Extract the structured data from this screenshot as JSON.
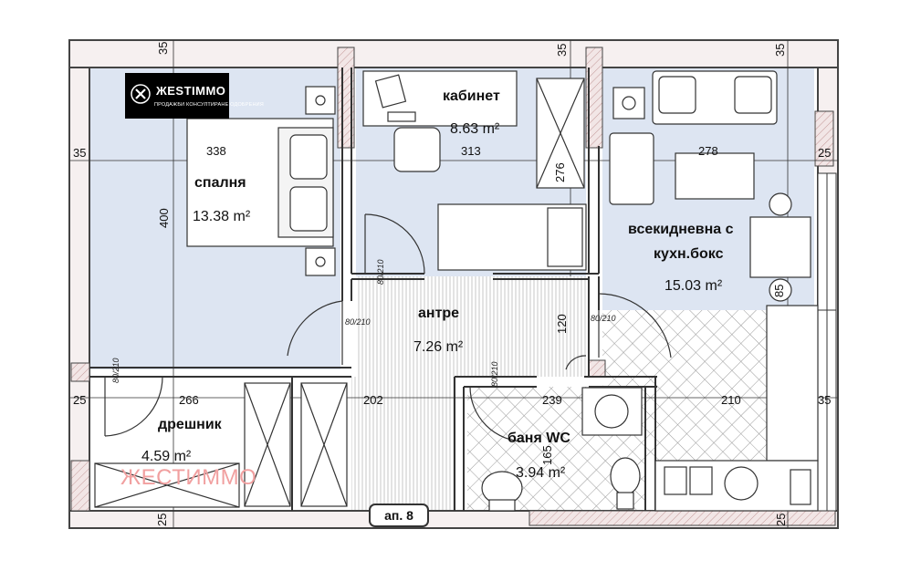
{
  "colors": {
    "wall": "#555555",
    "wall_fill": "#efe6e6",
    "room_fill": "#dde5f2",
    "line": "#2b2b2b",
    "tile": "#999999",
    "watermark": "#f1a0a0"
  },
  "logo": {
    "brand": "ЖESTIMMO",
    "tagline": "ПРОДАЖБИ КОНСУЛТИРАНЕ ОДОБРЕНИЯ",
    "icon": "tools-icon"
  },
  "watermark": "ЖЕСТИММО",
  "rooms": [
    {
      "id": "bedroom",
      "name": "спалня",
      "area": "13.38 m²"
    },
    {
      "id": "office",
      "name": "кабинет",
      "area": "8.63 m²"
    },
    {
      "id": "living1",
      "name": "всекидневна с",
      "name2": "кухн.бокс",
      "area": "15.03 m²"
    },
    {
      "id": "hall",
      "name": "антре",
      "area": "7.26 m²"
    },
    {
      "id": "closet",
      "name": "дрешник",
      "area": "4.59 m²"
    },
    {
      "id": "bath",
      "name": "баня WC",
      "area": "3.94 m²"
    }
  ],
  "dimensions": {
    "top_bed": "35",
    "top_mid": "35",
    "top_right": "35",
    "bed_width": "338",
    "office_width": "313",
    "closet_depth": "276",
    "living_width": "278",
    "bed_height": "400",
    "left_wall_top": "35",
    "right_wall_top": "25",
    "hall_depth": "120",
    "living_bar": "85",
    "bottom_left_wall": "25",
    "closet_width": "266",
    "hall_width": "202",
    "bath_width": "239",
    "kitchen_width": "210",
    "bottom_right_wall": "35",
    "bath_depth": "165",
    "bottom_left": "25",
    "bottom_right": "25"
  },
  "doors": {
    "d1": "80/210",
    "d2": "80/210",
    "d3": "80/210",
    "d4": "80/210",
    "d5": "80/210"
  },
  "apartment_label": "ап. 8"
}
